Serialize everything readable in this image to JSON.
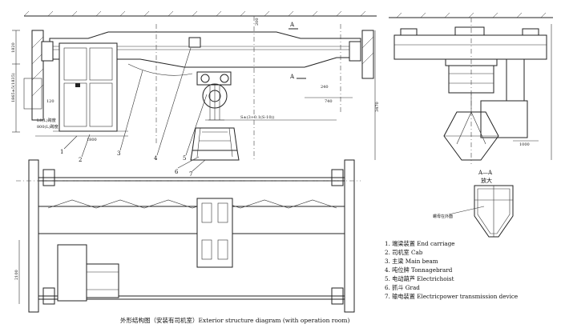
{
  "caption": "外形结构图（安装有司机室）Exterior structure diagram (with operation room)",
  "section_mark_top": "A",
  "section_mark_mid": "A",
  "section_view": {
    "title": "A—A",
    "subtitle": "放大",
    "note": "螺母在外面"
  },
  "part_numbers": [
    "1",
    "2",
    "3",
    "4",
    "5",
    "6",
    "7"
  ],
  "legend": [
    "1. 端梁装置  End carriage",
    "2. 司机室  Cab",
    "3. 主梁  Main beam",
    "4. 吨位牌  Tonnagebrard",
    "5. 电动葫芦  Electrichoist",
    "6. 抓斗  Grad",
    "7. 输电装置  Electricpower transmission device"
  ],
  "dimensions": {
    "left_a": "1820",
    "left_b": "1865±5(1835)",
    "left_c": "120",
    "left_d": "L0(L)跨度",
    "left_e": "800(L)跨度",
    "left_f": "1800",
    "span": "S±(3+0.1(S-10))",
    "dim_240": "240",
    "dim_740": "740",
    "dim_3470": "3470",
    "right_1000": "1000",
    "plan_2100": "2100",
    "top_200": "200"
  }
}
